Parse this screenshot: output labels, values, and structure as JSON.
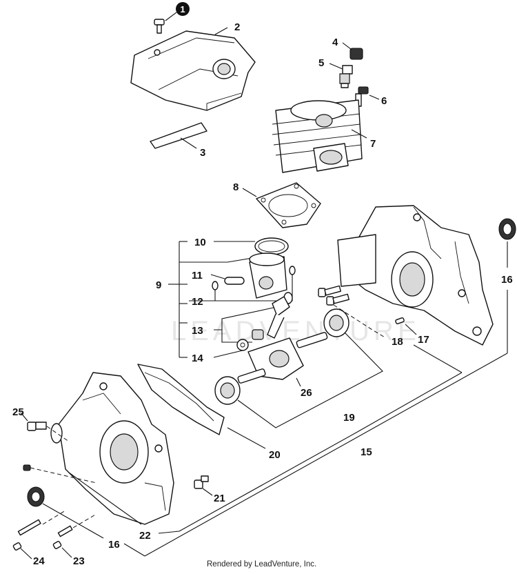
{
  "labels": {
    "l1": "1",
    "l2": "2",
    "l3": "3",
    "l4": "4",
    "l5": "5",
    "l6": "6",
    "l7": "7",
    "l8": "8",
    "l9": "9",
    "l10": "10",
    "l11": "11",
    "l12": "12",
    "l13": "13",
    "l14": "14",
    "l15": "15",
    "l16a": "16",
    "l16b": "16",
    "l17": "17",
    "l18": "18",
    "l19": "19",
    "l20": "20",
    "l21": "21",
    "l22": "22",
    "l23": "23",
    "l24": "24",
    "l25": "25",
    "l26": "26"
  },
  "footer": "Rendered by LeadVenture, Inc.",
  "watermark": "LEADVENTURE"
}
